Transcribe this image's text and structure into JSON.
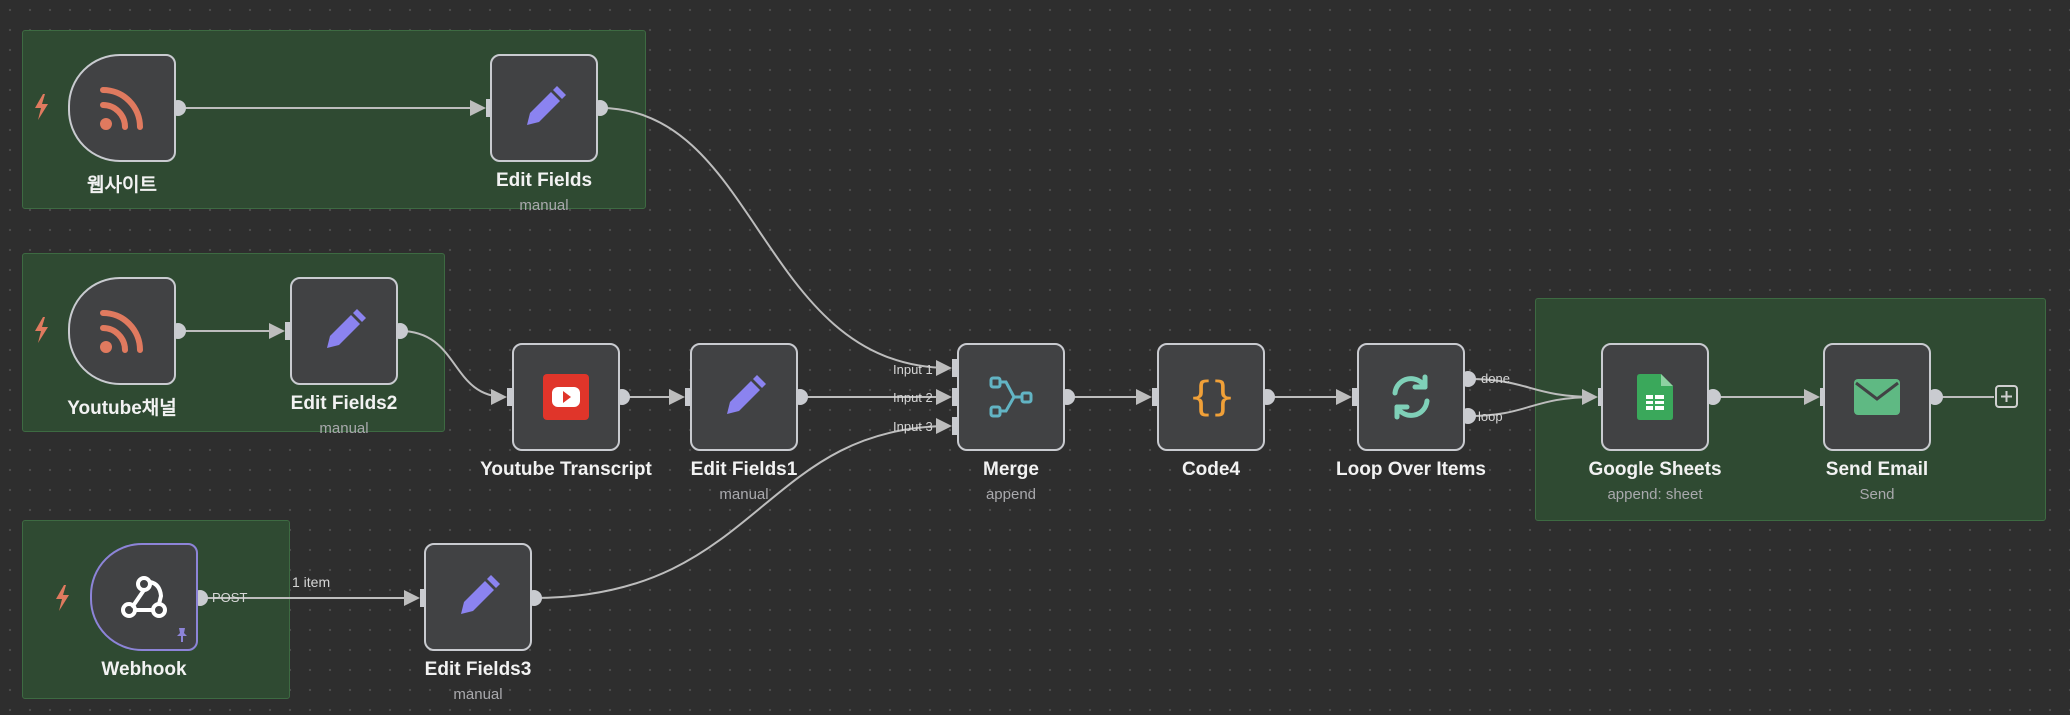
{
  "nodes": {
    "rss_website": {
      "label": "웹사이트",
      "icon": "rss-icon"
    },
    "edit_fields": {
      "label": "Edit Fields",
      "sub": "manual",
      "icon": "pencil-icon"
    },
    "rss_youtube": {
      "label": "Youtube채널",
      "icon": "rss-icon"
    },
    "edit_fields2": {
      "label": "Edit Fields2",
      "sub": "manual",
      "icon": "pencil-icon"
    },
    "youtube_transcript": {
      "label": "Youtube Transcript",
      "icon": "youtube-icon"
    },
    "edit_fields1": {
      "label": "Edit Fields1",
      "sub": "manual",
      "icon": "pencil-icon"
    },
    "merge": {
      "label": "Merge",
      "sub": "append",
      "icon": "merge-icon"
    },
    "code4": {
      "label": "Code4",
      "icon": "curly-braces-icon"
    },
    "loop": {
      "label": "Loop Over Items",
      "icon": "refresh-icon"
    },
    "sheets": {
      "label": "Google Sheets",
      "sub": "append: sheet",
      "icon": "google-sheets-icon"
    },
    "email": {
      "label": "Send Email",
      "sub": "Send",
      "icon": "mail-icon"
    },
    "webhook": {
      "label": "Webhook",
      "icon": "webhook-icon"
    },
    "edit_fields3": {
      "label": "Edit Fields3",
      "sub": "manual",
      "icon": "pencil-icon"
    }
  },
  "edge_labels": {
    "input1": "Input 1",
    "input2": "Input 2",
    "input3": "Input 3",
    "done": "done",
    "loop": "loop",
    "post": "POST",
    "one_item": "1 item"
  },
  "colors": {
    "canvas": "#2e2e2e",
    "group": "#2f4a32",
    "wire": "#bdbdbd",
    "trigger_bolt": "#e07a5f",
    "rss": "#e07a5f",
    "pencil": "#8b83f0",
    "youtube": "#e0352a",
    "merge": "#62b4c4",
    "code": "#f0a038",
    "loop": "#7fd0b8",
    "sheets": "#3aa85b",
    "email": "#5fb983"
  }
}
